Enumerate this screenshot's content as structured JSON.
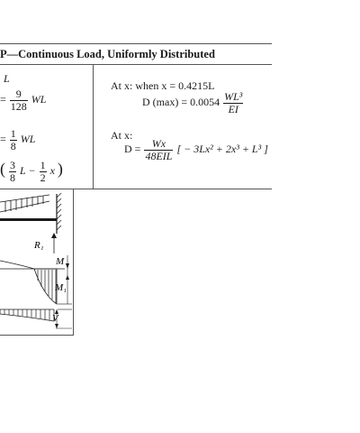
{
  "header": {
    "title": "P—Continuous Load, Uniformly Distributed"
  },
  "left_formulas": {
    "l1": "L",
    "l2_eq": "=",
    "l2_num": "9",
    "l2_den": "128",
    "l2_tail": "WL",
    "l3_eq": "=",
    "l3_num": "1",
    "l3_den": "8",
    "l3_tail": "WL",
    "l4_open": "(",
    "l4_num1": "3",
    "l4_den1": "8",
    "l4_mid": "L −",
    "l4_num2": "1",
    "l4_den2": "2",
    "l4_x": "x",
    "l4_close": ")"
  },
  "right_formulas": {
    "block1_line1": "At x: when x = 0.4215L",
    "block1_line2_pre": "D (max) = 0.0054",
    "block1_frac_num": "WL³",
    "block1_frac_den": "EI",
    "block2_line1": "At x:",
    "block2_pre": "D =",
    "block2_frac_num": "Wx",
    "block2_frac_den": "48EIL",
    "block2_bracket": "[ − 3Lx² + 2x³ + L³ ]"
  },
  "diagram": {
    "reaction_label": "R₁",
    "moment_label": "M",
    "moment1_label": "M₁",
    "shear_label": "V"
  }
}
